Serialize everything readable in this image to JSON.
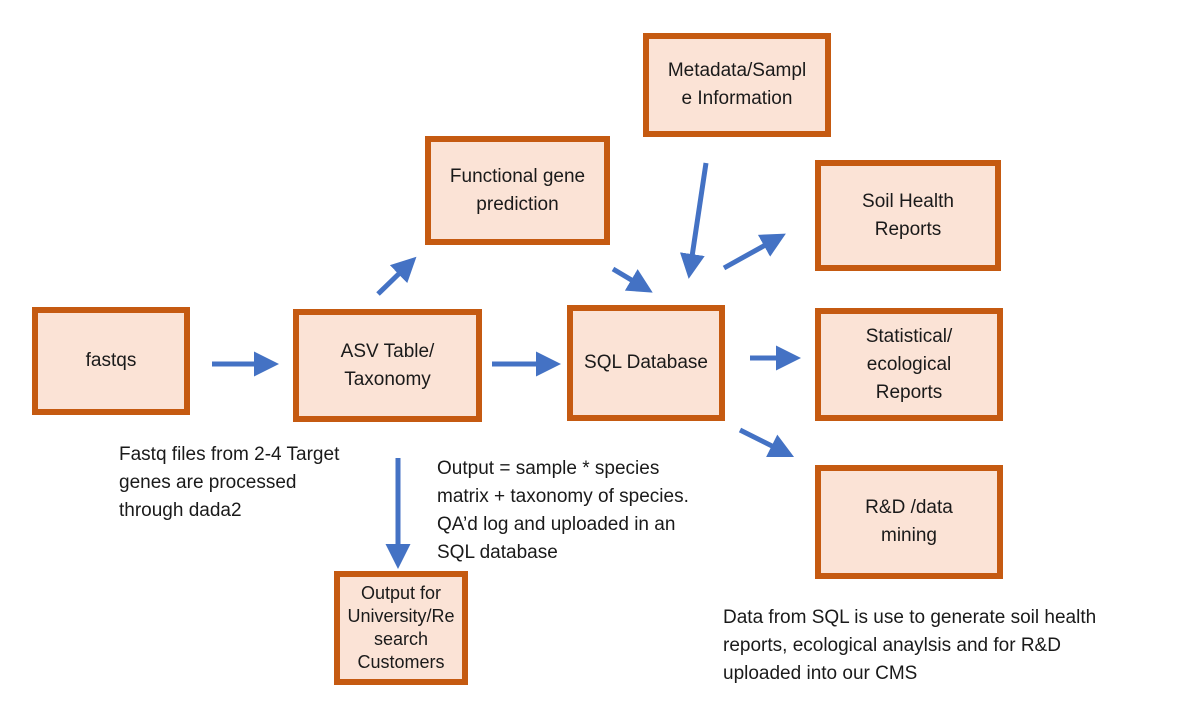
{
  "nodes": {
    "fastqs": "fastqs",
    "asv": "ASV Table/\nTaxonomy",
    "sql": "SQL Database",
    "functional": "Functional gene\nprediction",
    "metadata": "Metadata/Sampl\ne Information",
    "soil_health": "Soil Health\nReports",
    "statistical": "Statistical/\necological\nReports",
    "rnd": "R&D /data\nmining",
    "university": "Output for\nUniversity/Re\nsearch\nCustomers"
  },
  "notes": {
    "fastq_note": "Fastq files from 2-4 Target\ngenes are processed\nthrough dada2",
    "output_note": "Output = sample * species\nmatrix + taxonomy of species.\nQA’d log and  uploaded in an\nSQL database",
    "sql_note": "Data from SQL is use to generate soil health\nreports, ecological anaylsis and for R&D\nuploaded into our CMS"
  },
  "colors": {
    "box_fill": "#fbe3d6",
    "box_border": "#c55a11",
    "arrow": "#4472c4"
  }
}
